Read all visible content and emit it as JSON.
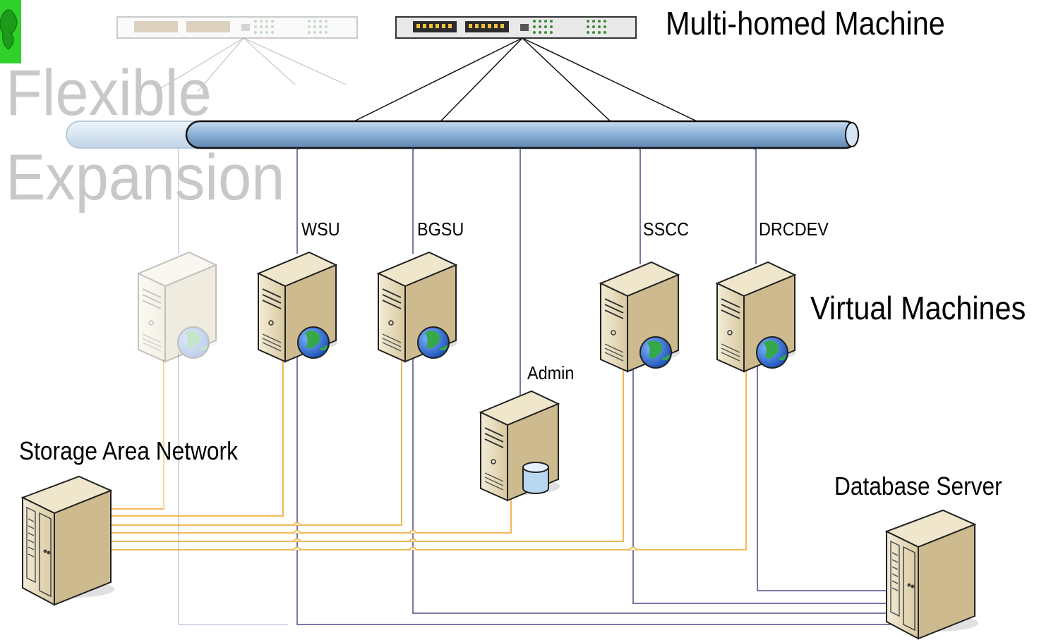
{
  "labels": {
    "multi_homed": "Multi-homed Machine",
    "flexible": "Flexible",
    "expansion": "Expansion",
    "virtual_machines": "Virtual Machines",
    "storage_area_network": "Storage Area Network",
    "database_server": "Database Server",
    "admin": "Admin"
  },
  "vms": [
    {
      "name": "WSU"
    },
    {
      "name": "BGSU"
    },
    {
      "name": "SSCC"
    },
    {
      "name": "DRCDEV"
    }
  ],
  "colors": {
    "pipe_fill": "#8fb4da",
    "pipe_faded": "#d8e6f2",
    "san_line": "#f0b040",
    "net_line": "#4b4b88",
    "corner_badge": "#2fd12a",
    "server_body": "#e6d9b8"
  },
  "icons": {
    "multi_homed_machine": "rack-switch-icon",
    "faded_machine": "rack-switch-faded-icon",
    "vm_server": "server-globe-icon",
    "admin_server": "server-database-icon",
    "storage": "storage-cabinet-icon",
    "database_server": "tower-server-icon"
  }
}
